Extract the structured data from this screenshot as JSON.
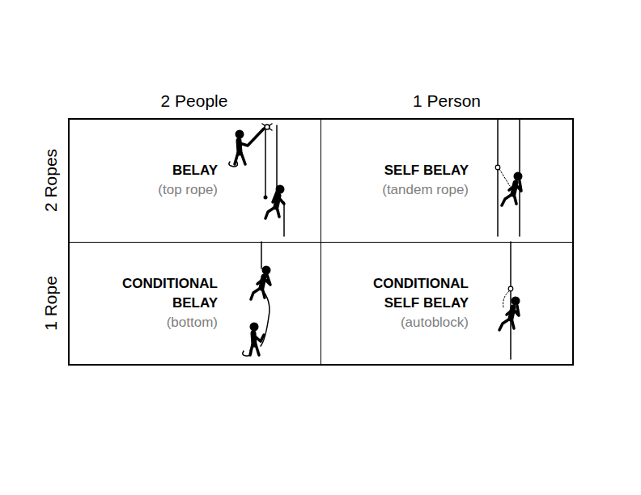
{
  "diagram": {
    "nodes": [
      {
        "text": [
          "BELAY",
          "(top rope)"
        ]
      },
      {
        "text": [
          "SELF BELAY",
          "(tandem rope)"
        ]
      },
      {
        "text": [
          "CONDITIONAL BELAY",
          "(bottom)"
        ]
      },
      {
        "text": [
          "CONDITIONAL SELF BELAY",
          "(autoblock)"
        ]
      }
    ],
    "edges": [],
    "labels": [
      "2 People",
      "1 Person",
      "2 Ropes",
      "1 Rope"
    ]
  }
}
